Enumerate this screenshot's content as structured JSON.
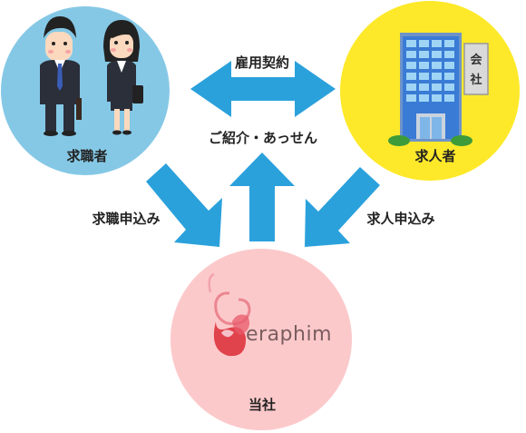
{
  "nodes": {
    "job_seeker": {
      "label": "求職者",
      "color": "#85c8e6"
    },
    "employer": {
      "label": "求人者",
      "color": "#fde92a"
    },
    "company": {
      "label": "当社",
      "color": "#fcc9cb",
      "logo_text": "eraphim"
    }
  },
  "edges": {
    "contract": {
      "label": "雇用契約",
      "color": "#2ba1dc"
    },
    "introduction": {
      "label": "ご紹介・あっせん",
      "color": "#2ba1dc"
    },
    "seeker_application": {
      "label": "求職申込み",
      "color": "#2ba1dc"
    },
    "employer_application": {
      "label": "求人申込み",
      "color": "#2ba1dc"
    }
  },
  "building_sign": "会社"
}
